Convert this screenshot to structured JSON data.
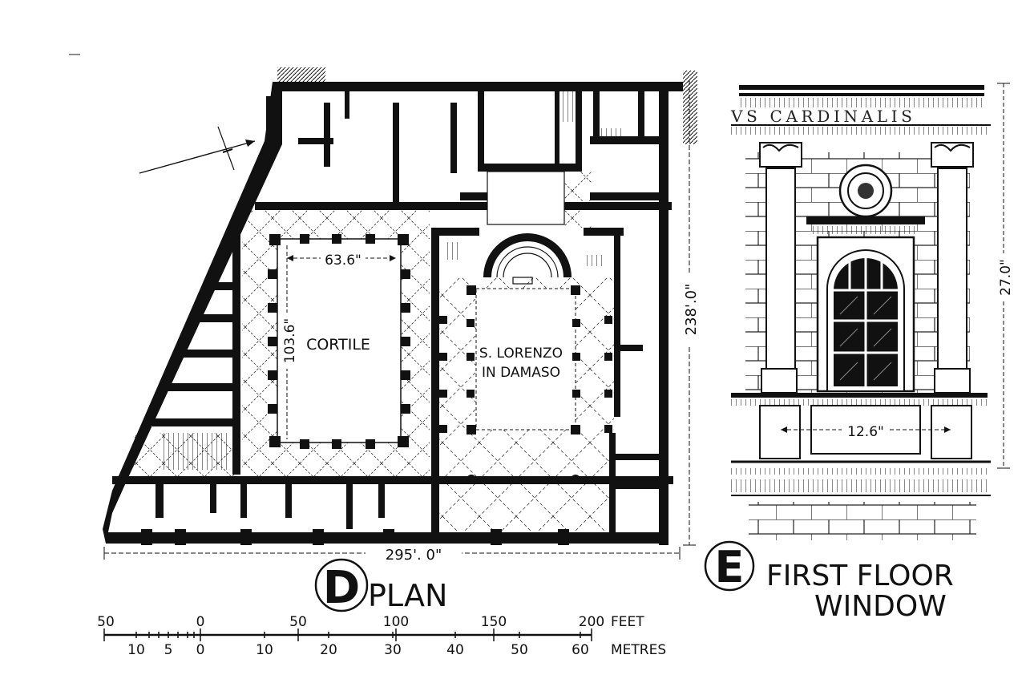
{
  "plan": {
    "letter": "D",
    "caption": "PLAN",
    "courtyard_label": "CORTILE",
    "courtyard_width": "63.6\"",
    "courtyard_depth": "103.6\"",
    "church_label_line1": "S. LORENZO",
    "church_label_line2": "IN DAMASO",
    "overall_width": "295'. 0\"",
    "overall_depth": "238'.0\""
  },
  "window": {
    "letter": "E",
    "caption_line1": "FIRST FLOOR",
    "caption_line2": "WINDOW",
    "inscription": "VS  CARDINALIS",
    "height_dim": "27.0\"",
    "width_dim": "12.6\""
  },
  "scale_bar": {
    "feet_ticks": [
      "50",
      "0",
      "50",
      "100",
      "150",
      "200"
    ],
    "feet_unit": "FEET",
    "metre_ticks": [
      "10",
      "5",
      "0",
      "10",
      "20",
      "30",
      "40",
      "50",
      "60"
    ],
    "metre_unit": "METRES"
  }
}
